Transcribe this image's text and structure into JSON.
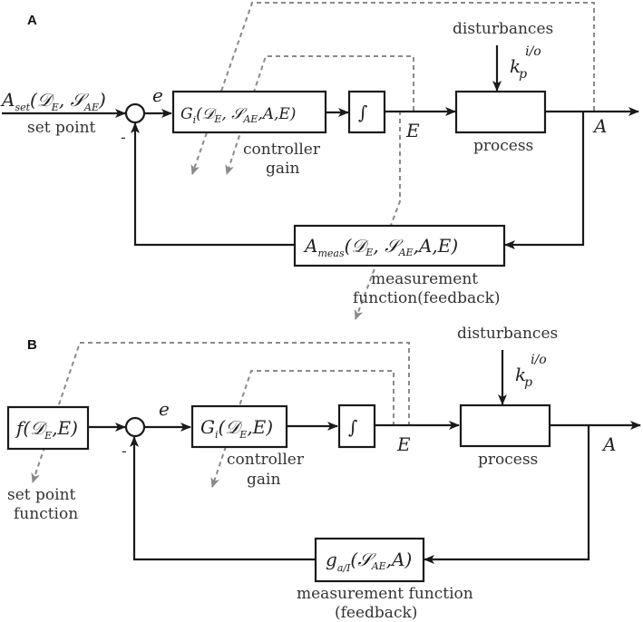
{
  "panel_a": {
    "label": "A",
    "setpoint": {
      "main": "A",
      "sub": "set",
      "args": "(𝒟",
      "args_sub1": "E",
      "args_mid": ", 𝒮",
      "args_sub2": "AE",
      "args_end": ")",
      "caption": "set point"
    },
    "error_symbol": "e",
    "minus_sign": "-",
    "controller": {
      "main": "G",
      "sub": "i",
      "args1": "(𝒟",
      "sub1": "E",
      "args2": ", 𝒮",
      "sub2": "AE",
      "args3": ",A,E)",
      "caption_line1": "controller",
      "caption_line2": "gain"
    },
    "integrator": "∫",
    "effort_symbol": "E",
    "disturbances": {
      "caption": "disturbances",
      "symbol": "k",
      "sub": "p",
      "sup": "i/o"
    },
    "process_caption": "process",
    "output_symbol": "A",
    "measurement": {
      "main": "A",
      "sub": "meas",
      "args1": "(𝒟",
      "sub1": "E",
      "args2": ", 𝒮",
      "sub2": "AE",
      "args3": ",A,E)",
      "caption_line1": "measurement",
      "caption_line2": "function(feedback)"
    }
  },
  "panel_b": {
    "label": "B",
    "setpoint_fn": {
      "main": "f(𝒟",
      "sub": "E",
      "end": ",E)",
      "caption_line1": "set point",
      "caption_line2": "function"
    },
    "error_symbol": "e",
    "minus_sign": "-",
    "controller": {
      "main": "G",
      "sub": "i",
      "args1": "(𝒟",
      "sub1": "E",
      "args2": ",E)",
      "caption_line1": "controller",
      "caption_line2": "gain"
    },
    "integrator": "∫",
    "effort_symbol": "E",
    "disturbances": {
      "caption": "disturbances",
      "symbol": "k",
      "sub": "p",
      "sup": "i/o"
    },
    "process_caption": "process",
    "output_symbol": "A",
    "measurement": {
      "main": "g",
      "sub": "a/I",
      "args1": "(𝒮",
      "sub1": "AE",
      "args2": ",A)",
      "caption_line1": "measurement function",
      "caption_line2": "(feedback)"
    }
  }
}
